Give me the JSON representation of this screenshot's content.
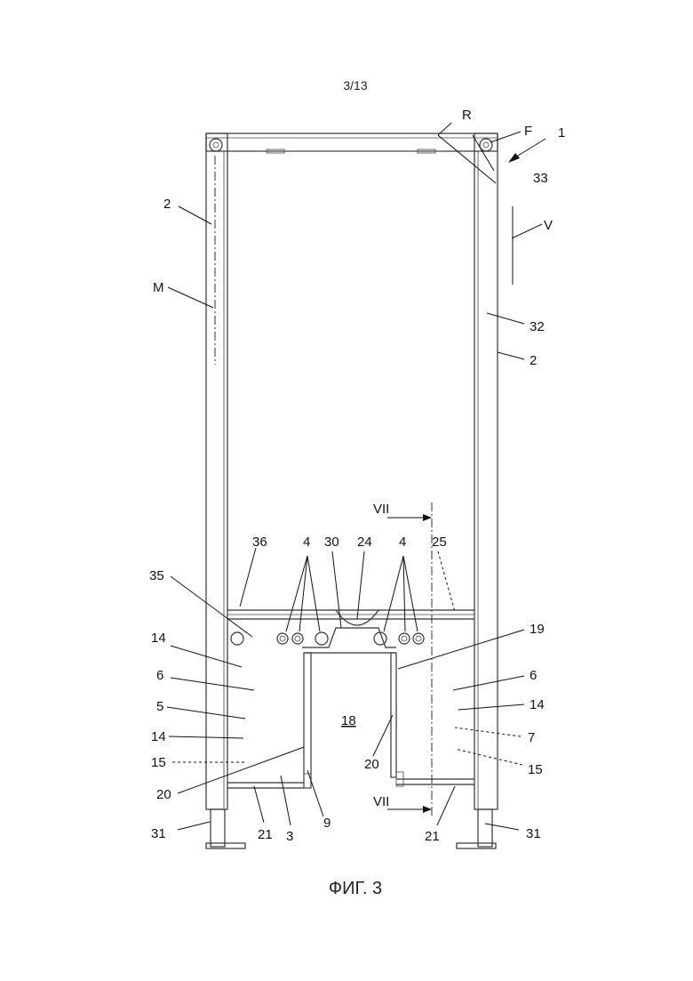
{
  "page_number": "3/13",
  "figure_caption": "ФИГ. 3",
  "labels": {
    "R": "R",
    "F": "F",
    "n1": "1",
    "n33": "33",
    "V": "V",
    "n2_left": "2",
    "M": "M",
    "n32": "32",
    "n2_right": "2",
    "VII_top": "VII",
    "n36": "36",
    "n4_left": "4",
    "n30": "30",
    "n24": "24",
    "n4_right": "4",
    "n25": "25",
    "n35": "35",
    "n19": "19",
    "n14_a": "14",
    "n6_left": "6",
    "n6_right": "6",
    "n5": "5",
    "n18": "18",
    "n14_right": "14",
    "n14_b": "14",
    "n7": "7",
    "n15_left": "15",
    "n20_right": "20",
    "n15_right": "15",
    "n20_left": "20",
    "VII_bottom": "VII",
    "n9": "9",
    "n31_left": "31",
    "n21_left": "21",
    "n3": "3",
    "n21_right": "21",
    "n31_right": "31"
  }
}
